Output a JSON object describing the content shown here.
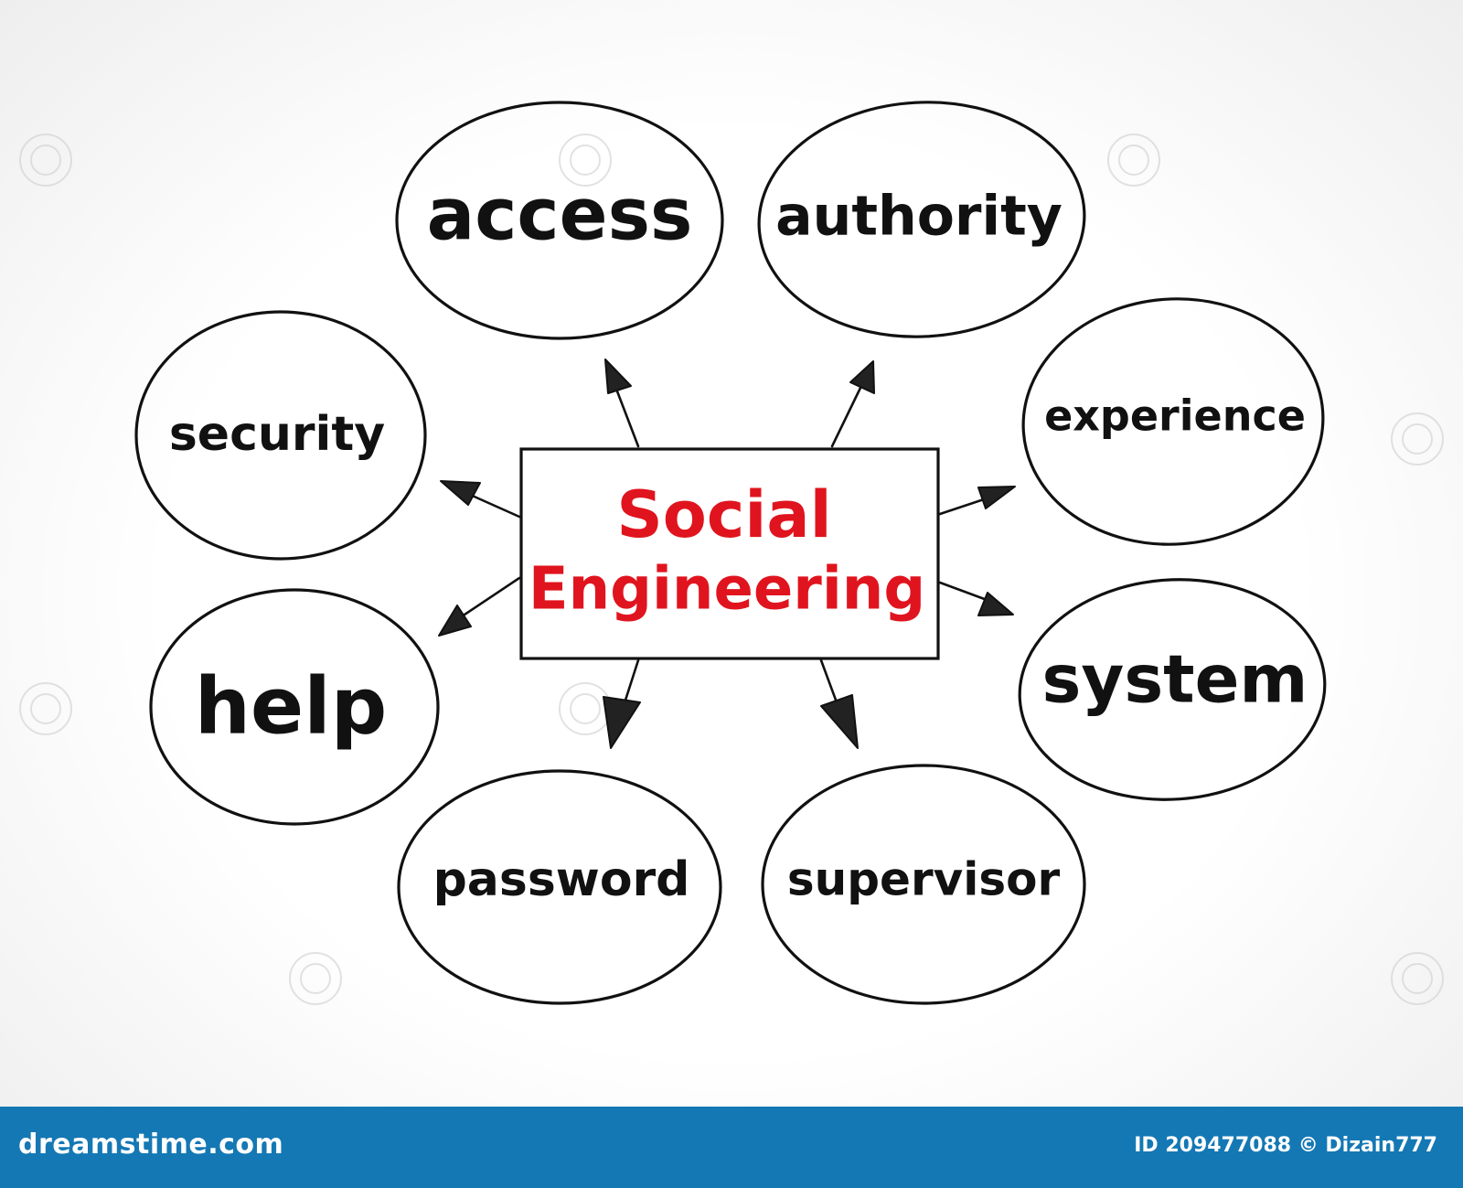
{
  "diagram": {
    "center": "Social Engineering",
    "center_lines": [
      "Social",
      "Engineering"
    ],
    "center_color": "#e0141e",
    "nodes": [
      {
        "label": "access"
      },
      {
        "label": "authority"
      },
      {
        "label": "security"
      },
      {
        "label": "experience"
      },
      {
        "label": "help"
      },
      {
        "label": "system"
      },
      {
        "label": "password"
      },
      {
        "label": "supervisor"
      }
    ]
  },
  "footer": {
    "logo": "dreamstime.com",
    "id_text": "ID 209477088 © Dizain777",
    "background": "#1478b4"
  }
}
